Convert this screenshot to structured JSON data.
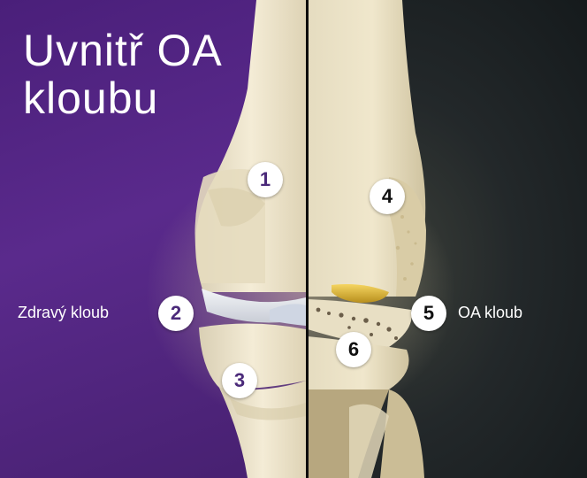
{
  "title": {
    "line1": "Uvnitř OA",
    "line2": "kloubu"
  },
  "labels": {
    "healthy": "Zdravý kloub",
    "oa": "OA kloub"
  },
  "markers": [
    "1",
    "2",
    "3",
    "4",
    "5",
    "6"
  ],
  "colors": {
    "left_background": "#4a1f7a",
    "right_background": "#1e2426",
    "bone": "#efe6cf",
    "cartilage": "#e4e8ee",
    "marker_text_left": "#4b2a7a",
    "marker_text_right": "#111111"
  }
}
